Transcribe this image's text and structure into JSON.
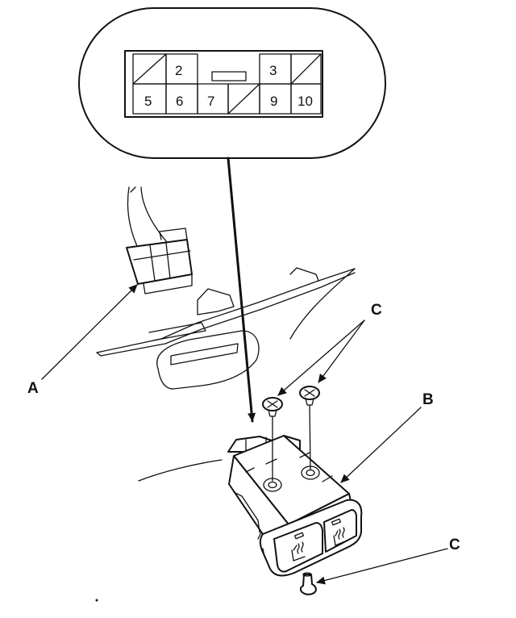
{
  "connector_view": {
    "pins_top": [
      "2",
      "3"
    ],
    "pins_bottom": [
      "5",
      "6",
      "7",
      "9",
      "10"
    ]
  },
  "callouts": {
    "a": "A",
    "b": "B",
    "c_top": "C",
    "c_bottom": "C"
  }
}
